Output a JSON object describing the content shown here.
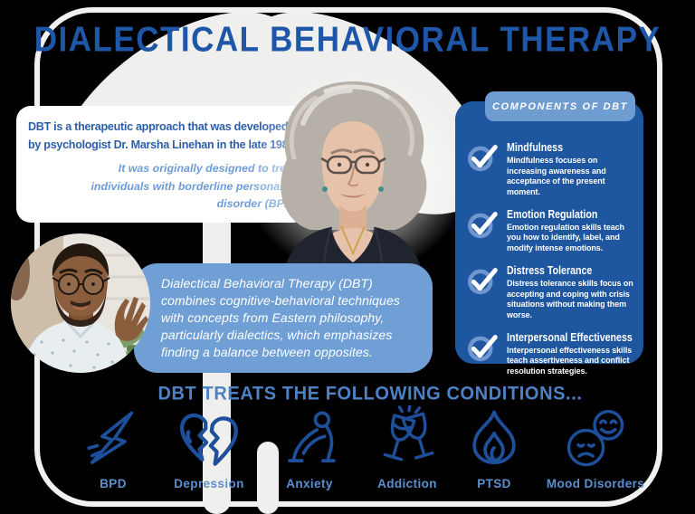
{
  "title": "DIALECTICAL BEHAVIORAL THERAPY",
  "intro": {
    "main_lines": [
      "DBT is a therapeutic approach that was developed",
      "by psychologist Dr. Marsha Linehan in the late 1980s"
    ],
    "note_lines": [
      "It was originally designed to treat",
      "individuals with borderline personality",
      "disorder (BPD)"
    ]
  },
  "definition": "Dialectical Behavioral Therapy (DBT) combines cognitive-behavioral techniques with concepts from Eastern philosophy, particularly dialectics, which emphasizes finding a balance between opposites.",
  "components": {
    "header": "COMPONENTS OF DBT",
    "items": [
      {
        "title": "Mindfulness",
        "description": "Mindfulness focuses on increasing awareness and acceptance of the present moment."
      },
      {
        "title": "Emotion Regulation",
        "description": "Emotion regulation skills teach you how to identify, label, and modify intense emotions."
      },
      {
        "title": "Distress Tolerance",
        "description": "Distress tolerance skills focus on accepting and coping with crisis situations without making them worse."
      },
      {
        "title": "Interpersonal Effectiveness",
        "description": "Interpersonal effectiveness skills teach assertiveness and conflict resolution strategies."
      }
    ]
  },
  "conditions": {
    "heading": "DBT TREATS THE FOLLOWING CONDITIONS...",
    "items": [
      {
        "label": "BPD",
        "icon": "lightning-bolt-icon"
      },
      {
        "label": "Depression",
        "icon": "broken-heart-icon"
      },
      {
        "label": "Anxiety",
        "icon": "anxious-person-icon"
      },
      {
        "label": "Addiction",
        "icon": "clinking-glasses-icon"
      },
      {
        "label": "PTSD",
        "icon": "flame-icon"
      },
      {
        "label": "Mood Disorders",
        "icon": "two-faces-icon"
      }
    ]
  },
  "images": {
    "woman_portrait": "elderly woman with glasses and gray hair (Dr. Marsha Linehan)",
    "man_portrait": "man with glasses and beard talking with hand raised"
  },
  "colors": {
    "title_blue": "#1f57a8",
    "panel_blue": "#1e56a0",
    "pill_blue": "#6f9cd1",
    "definition_box_blue": "#6f9fd4",
    "icon_blue": "#1d4f9b",
    "condition_label_blue": "#5b8fd0",
    "heading_blue": "#4d82c4",
    "intro_text_blue": "#2d5fa8",
    "intro_note_blue": "#6d9cd8",
    "card_outline": "#f1f1f0",
    "leaf_gray": "#efefee"
  }
}
